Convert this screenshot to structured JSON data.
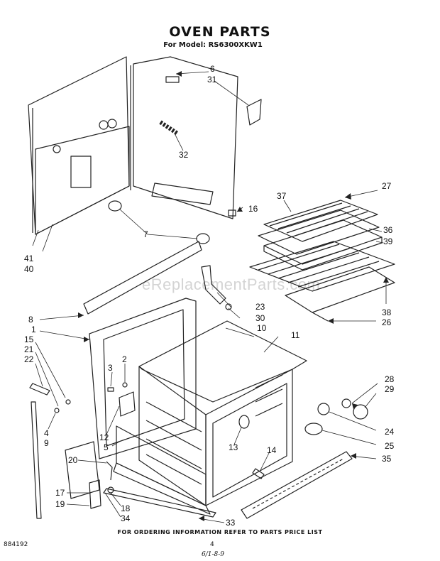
{
  "title": "OVEN PARTS",
  "subtitle": "For Model: RS6300XKW1",
  "footer_note": "FOR ORDERING INFORMATION REFER TO PARTS PRICE LIST",
  "doc_number": "884192",
  "page_number": "4",
  "date_code": "6/1-8-9",
  "watermark": "eReplacementParts.com",
  "callouts": [
    "6",
    "31",
    "32",
    "27",
    "16",
    "37",
    "36",
    "39",
    "7",
    "41",
    "40",
    "38",
    "26",
    "23",
    "30",
    "10",
    "11",
    "8",
    "1",
    "15",
    "21",
    "22",
    "2",
    "3",
    "28",
    "29",
    "24",
    "25",
    "4",
    "9",
    "12",
    "5",
    "13",
    "14",
    "35",
    "20",
    "17",
    "19",
    "18",
    "34",
    "33"
  ]
}
